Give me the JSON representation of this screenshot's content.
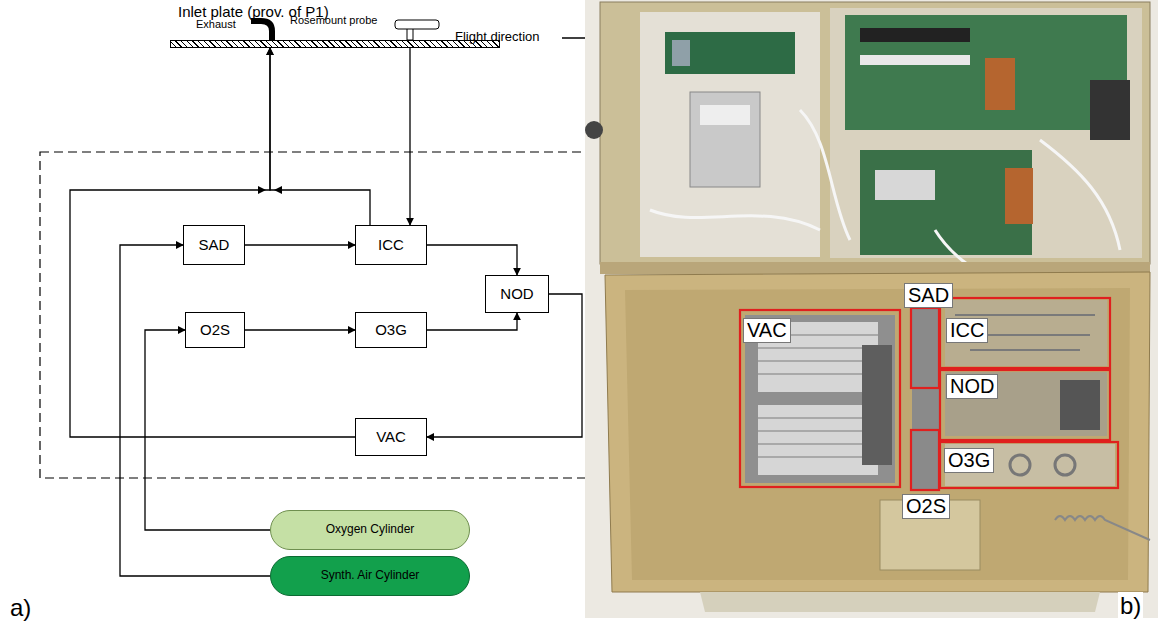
{
  "diagram": {
    "nodes": [
      {
        "text": [
          "Inlet plate (prov. of P1)"
        ]
      },
      {
        "text": [
          "SAD"
        ]
      },
      {
        "text": [
          "ICC"
        ]
      },
      {
        "text": [
          "NOD"
        ]
      },
      {
        "text": [
          "O2S"
        ]
      },
      {
        "text": [
          "O3G"
        ]
      },
      {
        "text": [
          "VAC"
        ]
      },
      {
        "text": [
          "Oxygen Cylinder"
        ]
      },
      {
        "text": [
          "Synth. Air Cylinder"
        ]
      }
    ],
    "edges": [
      {
        "from": 8,
        "to": 1,
        "arrow": "to"
      },
      {
        "from": 1,
        "to": 2,
        "arrow": "to"
      },
      {
        "from": 0,
        "to": 2,
        "arrow": "to"
      },
      {
        "from": 2,
        "to": 0,
        "arrow": "to"
      },
      {
        "from": 2,
        "to": 3,
        "arrow": "to"
      },
      {
        "from": 7,
        "to": 4,
        "arrow": "to"
      },
      {
        "from": 4,
        "to": 5,
        "arrow": "to"
      },
      {
        "from": 5,
        "to": 3,
        "arrow": "to"
      },
      {
        "from": 3,
        "to": 6,
        "arrow": "to"
      },
      {
        "from": 6,
        "to": 0,
        "arrow": "to"
      }
    ],
    "labels": [
      "Exhaust",
      "Rosemount probe",
      "Flight direction",
      "a)",
      "b)",
      "SAD",
      "ICC",
      "VAC",
      "NOD",
      "O3G",
      "O2S"
    ]
  }
}
